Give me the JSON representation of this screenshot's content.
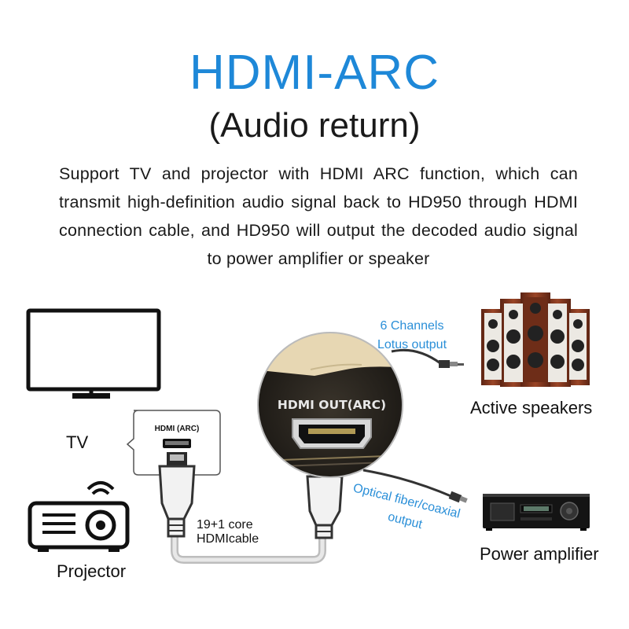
{
  "heading": {
    "title": "HDMI-ARC",
    "subtitle": "(Audio return)"
  },
  "description": "Support TV and projector with HDMI ARC function, which can transmit high-definition audio signal back to HD950 through HDMI connection cable, and HD950 will output the decoded audio signal to power amplifier or speaker",
  "diagram": {
    "tv_label": "TV",
    "projector_label": "Projector",
    "callout_port_label": "HDMI (ARC)",
    "port_panel_label": "HDMI OUT(ARC)",
    "cable_label_line1": "19+1 core",
    "cable_label_line2": "HDMIcable",
    "lotus_output_line1": "6 Channels",
    "lotus_output_line2": "Lotus output",
    "optical_output_line1": "Optical fiber/coaxial",
    "optical_output_line2": "output",
    "speakers_label": "Active speakers",
    "amplifier_label": "Power amplifier"
  },
  "colors": {
    "title": "#1e88d8",
    "annotation": "#2a8fd8",
    "panel_bg": "#2e2a24",
    "panel_tan": "#e7d7b3",
    "speaker_wood": "#8a3b22"
  }
}
